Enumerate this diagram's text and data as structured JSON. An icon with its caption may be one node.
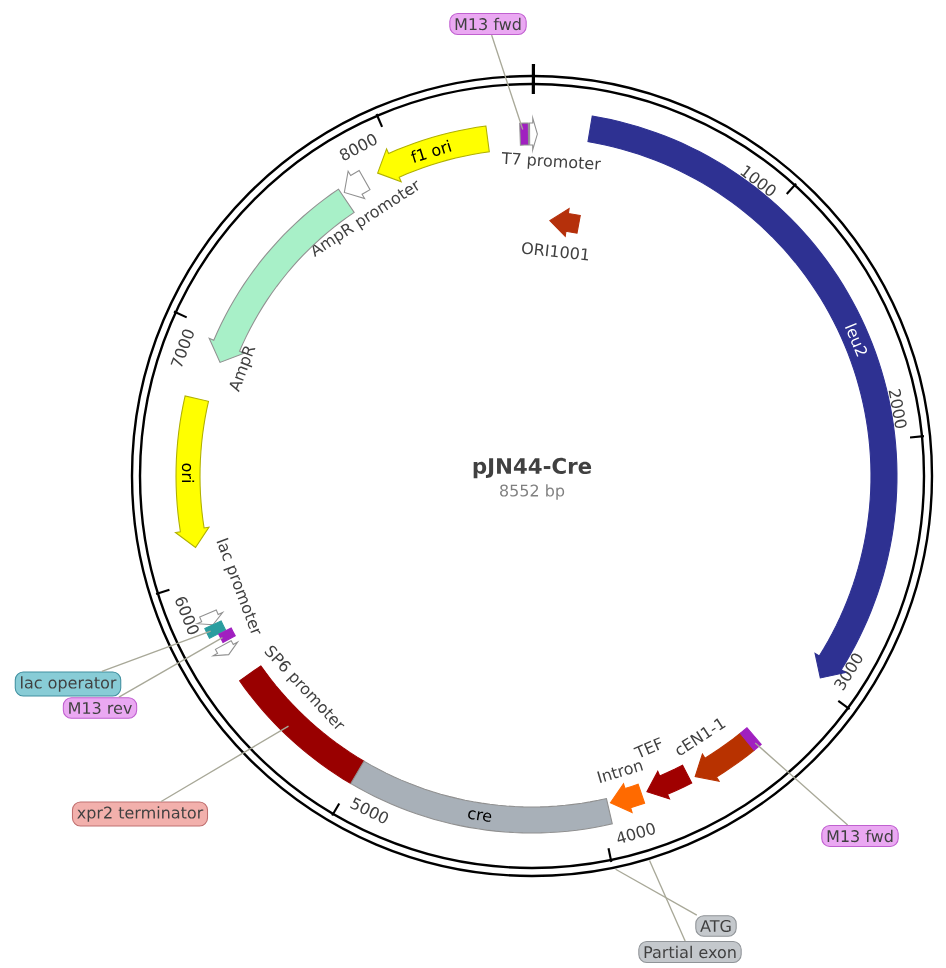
{
  "diagram": {
    "title": "pJN44-Cre",
    "nodes": [
      {
        "text": [
          "M13 fwd"
        ]
      },
      {
        "text": [],
        "shape": "bar"
      },
      {
        "text": [],
        "shape": "arrow",
        "beside": [
          "T7 promoter"
        ]
      },
      {
        "text": [
          "f1 ori"
        ]
      },
      {
        "text": [
          "leu2"
        ]
      },
      {
        "text": [],
        "shape": "arrow",
        "beside": [
          "ORI1001"
        ]
      },
      {
        "text": [],
        "shape": "arrow",
        "beside": [
          "AmpR promoter"
        ]
      },
      {
        "text": [],
        "shape": "arrow",
        "beside": [
          "AmpR"
        ]
      },
      {
        "text": [
          "ori"
        ]
      },
      {
        "text": [],
        "shape": "arrow",
        "beside": [
          "lac promoter"
        ]
      },
      {
        "text": [
          "lac operator"
        ]
      },
      {
        "text": [],
        "shape": "bar"
      },
      {
        "text": [
          "M13 rev"
        ]
      },
      {
        "text": [],
        "shape": "bar"
      },
      {
        "text": [],
        "shape": "arrow"
      },
      {
        "text": [
          "xpr2 terminator"
        ]
      },
      {
        "text": [],
        "shape": "bar"
      },
      {
        "text": [
          "cre"
        ]
      },
      {
        "text": [],
        "shape": "arrow",
        "beside": [
          "Intron"
        ]
      },
      {
        "text": [],
        "shape": "arrow",
        "beside": [
          "TEF"
        ]
      },
      {
        "text": [],
        "shape": "arrow",
        "beside": [
          "cEN1-1"
        ]
      },
      {
        "text": [],
        "shape": "bar"
      },
      {
        "text": [
          "M13 fwd"
        ]
      },
      {
        "text": [
          "ATG"
        ]
      },
      {
        "text": [
          "Partial exon"
        ]
      }
    ],
    "edges": [
      {
        "from": 0,
        "to": 1,
        "arrow": "none"
      },
      {
        "from": 10,
        "to": 11,
        "arrow": "none"
      },
      {
        "from": 12,
        "to": 13,
        "arrow": "none"
      },
      {
        "from": 15,
        "to": 16,
        "arrow": "none"
      },
      {
        "from": 22,
        "to": 21,
        "arrow": "none"
      },
      {
        "from": 23,
        "to": null,
        "arrow": "none"
      },
      {
        "from": 24,
        "to": null,
        "arrow": "none"
      }
    ],
    "labels": [
      "8552 bp",
      "1000",
      "2000",
      "3000",
      "4000",
      "5000",
      "6000",
      "7000",
      "8000",
      "SP6 promoter"
    ]
  }
}
